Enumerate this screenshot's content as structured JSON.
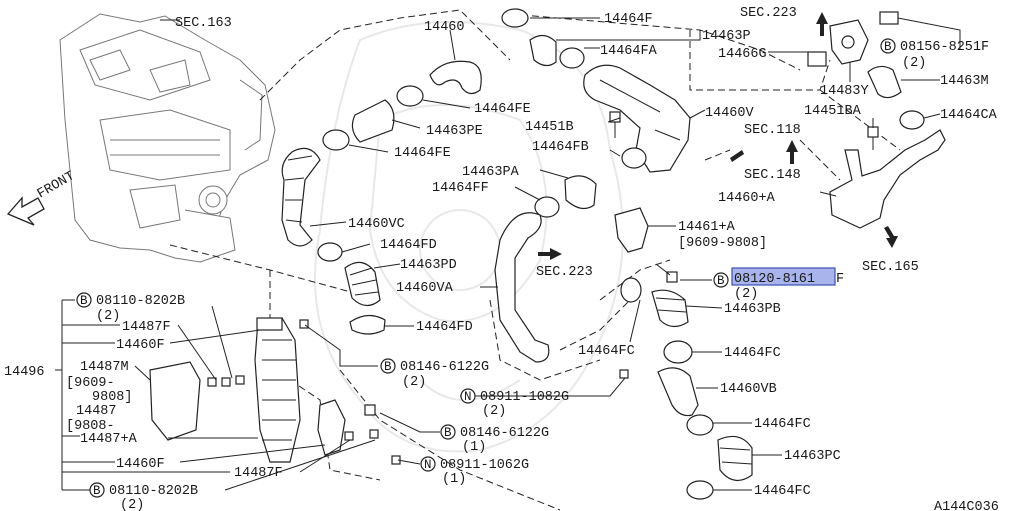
{
  "highlight_color": "#a9b4ec",
  "diagram_code": "A144C036",
  "front_label": "FRONT",
  "sections": {
    "s163": "SEC.163",
    "s223_top": "SEC.223",
    "s118": "SEC.118",
    "s148": "SEC.148",
    "s223_mid": "SEC.223",
    "s165": "SEC.165"
  },
  "parts": {
    "p14460": "14460",
    "p14464F": "14464F",
    "p14463P": "14463P",
    "p14464FA": "14464FA",
    "p14466G": "14466G",
    "p14483Y": "14483Y",
    "p14451BA": "14451BA",
    "p14463M": "14463M",
    "p14464CA": "14464CA",
    "p14464FE_1": "14464FE",
    "p14463PE": "14463PE",
    "p14464FE_2": "14464FE",
    "p14460V": "14460V",
    "p14451B": "14451B",
    "p14464FB": "14464FB",
    "p14463PA": "14463PA",
    "p14464FF": "14464FF",
    "p14460plusA": "14460+A",
    "p14461plusA": "14461+A",
    "p14461_date": "[9609-9808]",
    "p14460VC": "14460VC",
    "p14464FD_1": "14464FD",
    "p14463PD": "14463PD",
    "p14460VA": "14460VA",
    "p14464FD_2": "14464FD",
    "p14463PB": "14463PB",
    "p14464FC_1": "14464FC",
    "p14464FC_2": "14464FC",
    "p14460VB": "14460VB",
    "p14464FC_3": "14464FC",
    "p14463PC": "14463PC",
    "p14464FC_4": "14464FC",
    "p14496": "14496",
    "p14487F_1": "14487F",
    "p14460F_1": "14460F",
    "p14487M": "14487M",
    "p14487M_date1": "[9609-",
    "p14487M_date2": "9808]",
    "p14487": "14487",
    "p14487_date": "[9808-",
    "p14487plusA": "14487+A",
    "p14460F_2": "14460F",
    "p14487F_2": "14487F"
  },
  "callouts": {
    "b08156": {
      "prefix": "B",
      "number": "08156-8251F",
      "qty": "(2)"
    },
    "b08120": {
      "prefix": "B",
      "number": "08120-8161",
      "suffix": "F",
      "qty": "(2)"
    },
    "b08110_top": {
      "prefix": "B",
      "number": "08110-8202B",
      "qty": "(2)"
    },
    "b08146_1": {
      "prefix": "B",
      "number": "08146-6122G",
      "qty": "(2)"
    },
    "n08911_1": {
      "prefix": "N",
      "number": "08911-1082G",
      "qty": "(2)"
    },
    "b08146_2": {
      "prefix": "B",
      "number": "08146-6122G",
      "qty": "(1)"
    },
    "n08911_2": {
      "prefix": "N",
      "number": "08911-1062G",
      "qty": "(1)"
    },
    "b08110_bot": {
      "prefix": "B",
      "number": "08110-8202B",
      "qty": "(2)"
    }
  }
}
